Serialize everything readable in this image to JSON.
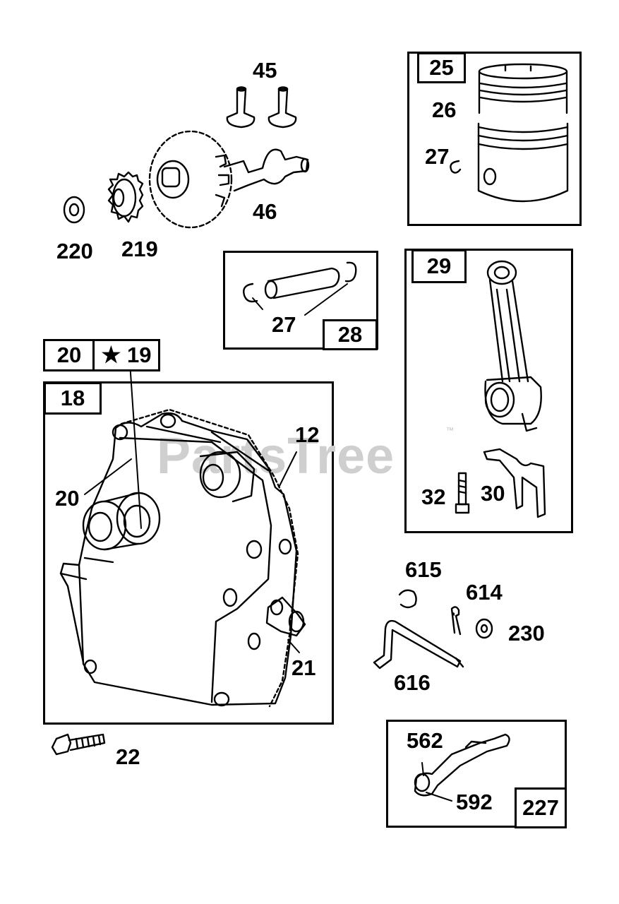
{
  "watermark": {
    "text": "PartsTree",
    "trademark": "™"
  },
  "callouts": {
    "p45": "45",
    "p46": "46",
    "p220": "220",
    "p219": "219",
    "p25": "25",
    "p26": "26",
    "p27a": "27",
    "p27b": "27",
    "p28": "28",
    "p29": "29",
    "p32": "32",
    "p30": "30",
    "p20a": "20",
    "p19": "★ 19",
    "p18": "18",
    "p12": "12",
    "p20b": "20",
    "p21": "21",
    "p22": "22",
    "p615": "615",
    "p614": "614",
    "p230": "230",
    "p616": "616",
    "p562": "562",
    "p592": "592",
    "p227": "227"
  }
}
